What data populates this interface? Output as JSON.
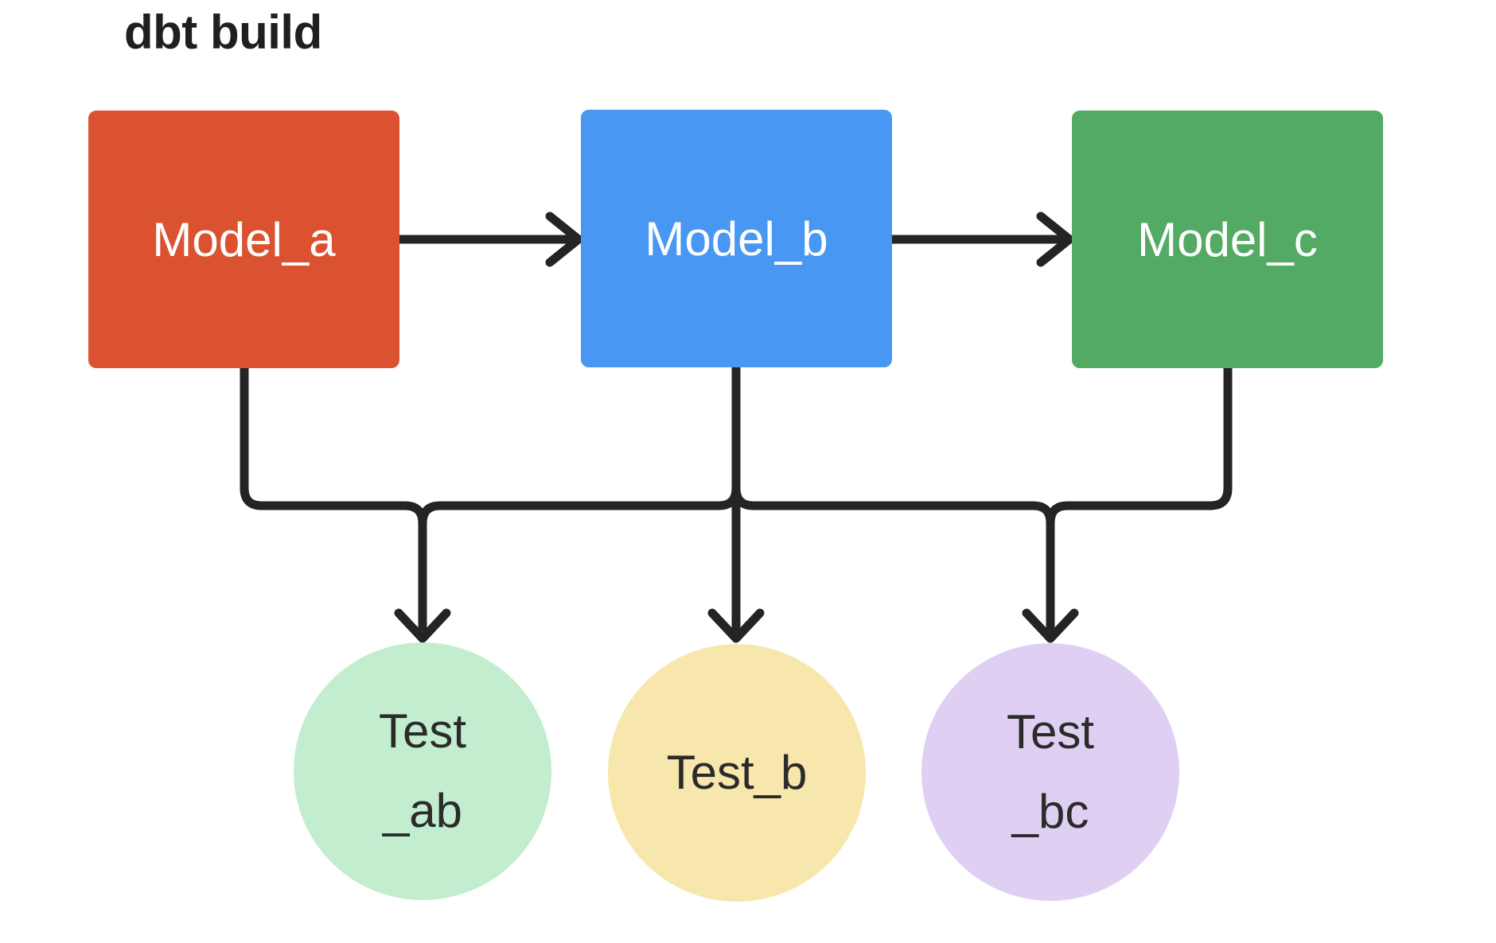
{
  "title": "dbt build",
  "diagram": {
    "background": "#FFFFFF",
    "line_color": "#242424",
    "title_color": "#1F1F1F"
  },
  "models": [
    {
      "label": "Model_a",
      "color": "#DB5230",
      "text_color": "#FFFFFF"
    },
    {
      "label": "Model_b",
      "color": "#4897F2",
      "text_color": "#FFFFFF"
    },
    {
      "label": "Model_c",
      "color": "#52AA64",
      "text_color": "#FFFFFF"
    }
  ],
  "tests": [
    {
      "label": "Test _ab",
      "line1": "Test",
      "line2": "_ab",
      "color": "#C3EDCF",
      "text_color": "#2B2B2B"
    },
    {
      "label": "Test_b",
      "line1": "Test_b",
      "line2": "",
      "color": "#F7E7AC",
      "text_color": "#2B2B2B"
    },
    {
      "label": "Test _bc",
      "line1": "Test",
      "line2": "_bc",
      "color": "#DFD0F3",
      "text_color": "#2B2B2B"
    }
  ],
  "edges": [
    {
      "from": "Model_a",
      "to": "Model_b"
    },
    {
      "from": "Model_b",
      "to": "Model_c"
    },
    {
      "from": "Model_a",
      "to": "Test _ab"
    },
    {
      "from": "Model_b",
      "to": "Test _ab"
    },
    {
      "from": "Model_b",
      "to": "Test_b"
    },
    {
      "from": "Model_b",
      "to": "Test _bc"
    },
    {
      "from": "Model_c",
      "to": "Test _bc"
    }
  ]
}
